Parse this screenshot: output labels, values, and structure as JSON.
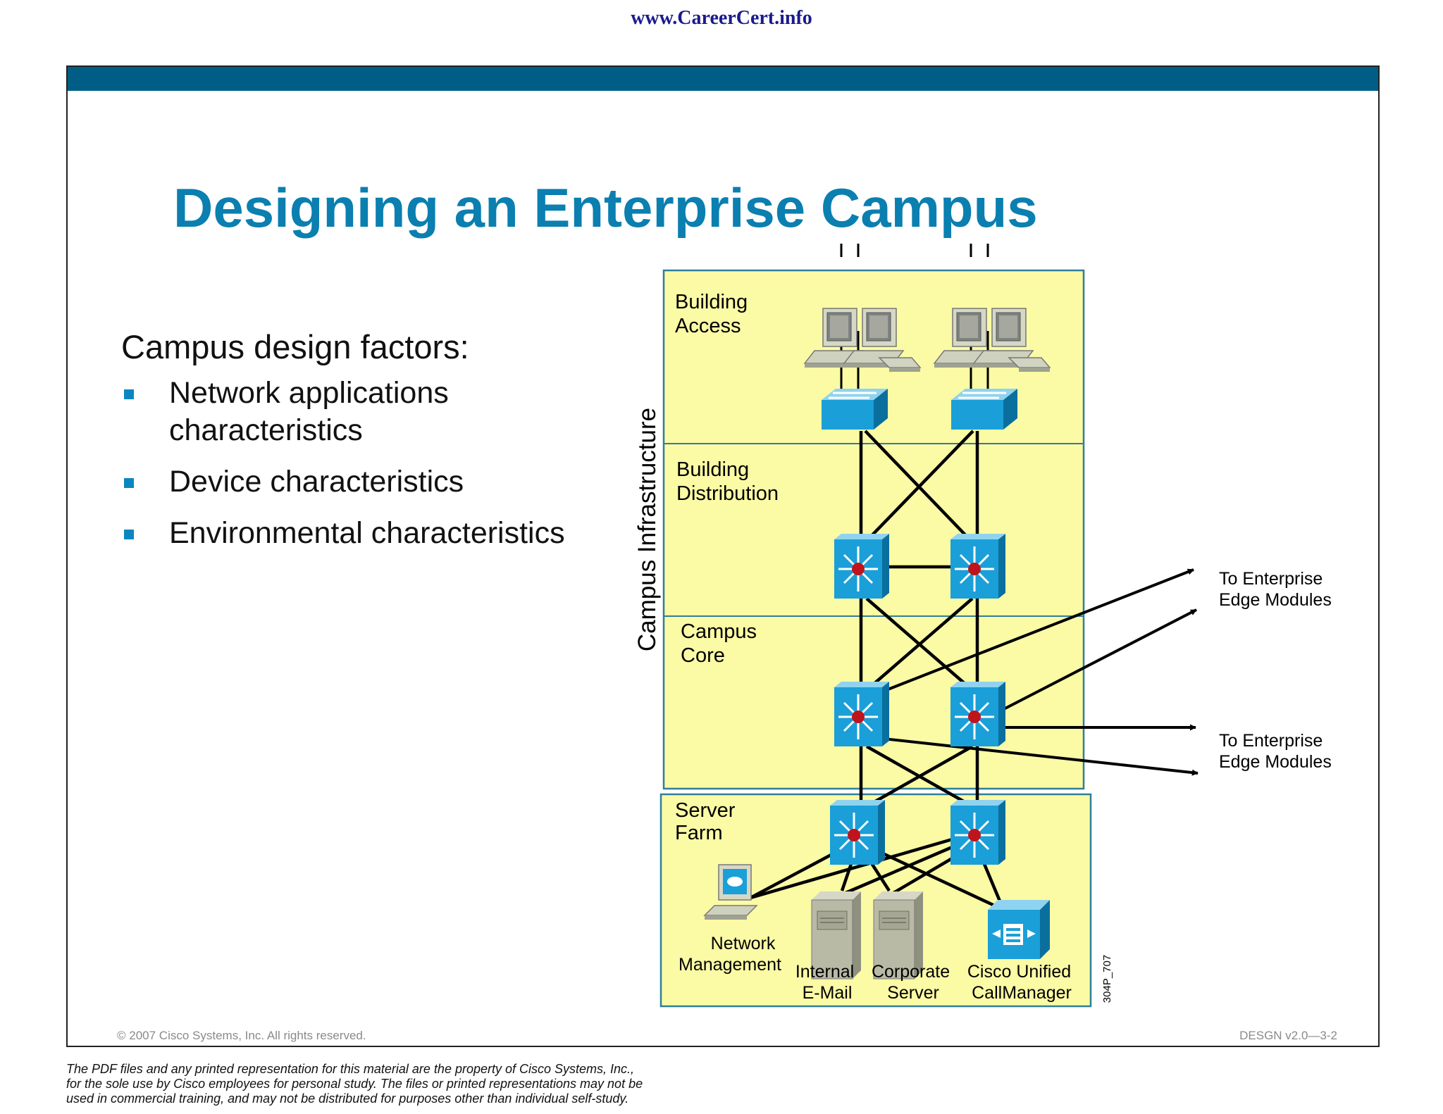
{
  "site_url": "www.CareerCert.info",
  "slide": {
    "title": "Designing an Enterprise Campus",
    "factors_heading": "Campus design factors:",
    "bullets": [
      "Network applications characteristics",
      "Device characteristics",
      "Environmental characteristics"
    ],
    "copyright": "© 2007 Cisco Systems, Inc. All rights reserved.",
    "version": "DESGN v2.0—3-2"
  },
  "diagram": {
    "infrastructure_label": "Campus Infrastructure",
    "layers": {
      "building_access": [
        "Building",
        "Access"
      ],
      "building_distribution": [
        "Building",
        "Distribution"
      ],
      "campus_core": [
        "Campus",
        "Core"
      ],
      "server_farm": [
        "Server",
        "Farm"
      ]
    },
    "devices": {
      "network_management": [
        "Network",
        "Management"
      ],
      "internal_email": [
        "Internal",
        "E-Mail"
      ],
      "corporate_server": [
        "Corporate",
        "Server"
      ],
      "callmanager": [
        "Cisco Unified",
        "CallManager"
      ]
    },
    "edge_upper": [
      "To Enterprise",
      "Edge Modules"
    ],
    "edge_lower": [
      "To Enterprise",
      "Edge Modules"
    ],
    "figure_id": "304P_707"
  },
  "colors": {
    "accent_bar": "#005e86",
    "title": "#0a7fb0",
    "layer_fill": "#fbfaa5",
    "layer_border": "#2f7f9a",
    "device_blue": "#1a9fd8"
  },
  "legal": "The PDF files and any printed representation for this material are the property of Cisco Systems, Inc.,\nfor the sole use by Cisco employees for personal study. The files or printed representations may not be\nused in commercial training, and may not be distributed for purposes other than individual self-study."
}
